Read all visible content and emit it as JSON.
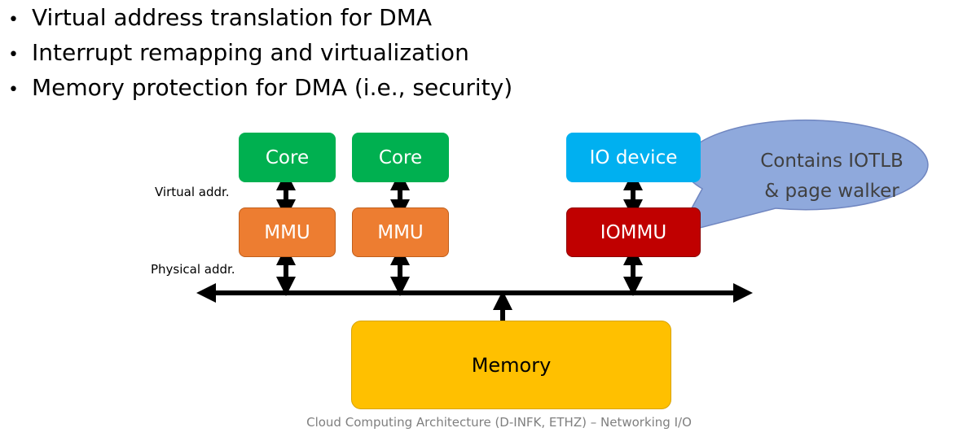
{
  "bullets": [
    "Virtual address translation for DMA",
    "Interrupt remapping and virtualization",
    "Memory protection for DMA (i.e., security)"
  ],
  "bullet_symbol": "•",
  "diagram": {
    "core_1": "Core",
    "core_2": "Core",
    "io_device": "IO device",
    "mmu_1": "MMU",
    "mmu_2": "MMU",
    "iommu": "IOMMU",
    "memory": "Memory",
    "virtual_addr_label": "Virtual addr.",
    "physical_addr_label": "Physical addr.",
    "callout_line_1": "Contains IOTLB",
    "callout_line_2": "& page walker"
  },
  "colors": {
    "core": "#00b050",
    "mmu": "#ed7d31",
    "io_device": "#00b0f0",
    "iommu": "#c00000",
    "memory": "#ffc000",
    "callout": "#8fa9dc"
  },
  "footer": "Cloud Computing Architecture (D-INFK, ETHZ) – Networking I/O"
}
